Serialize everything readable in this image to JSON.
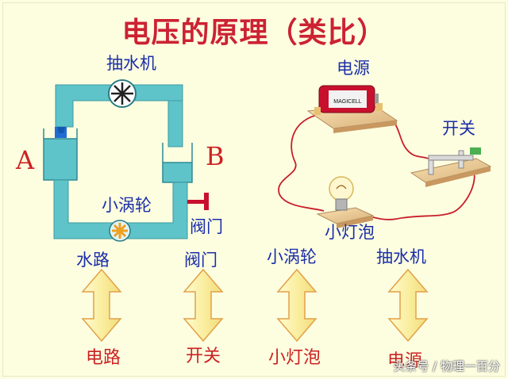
{
  "title": "电压的原理（类比）",
  "water_circuit": {
    "pump": "抽水机",
    "label_a": "A",
    "label_b": "B",
    "turbine": "小涡轮",
    "valve": "阀门"
  },
  "electric_circuit": {
    "power_source": "电源",
    "battery_brand": "MAGICELL",
    "switch": "开关",
    "bulb": "小灯泡"
  },
  "analogies": [
    {
      "top": "水路",
      "bottom": "电路"
    },
    {
      "top": "阀门",
      "bottom": "开关"
    },
    {
      "top": "小涡轮",
      "bottom": "小灯泡"
    },
    {
      "top": "抽水机",
      "bottom": "电源"
    }
  ],
  "watermark": "头条号 / 物理一百分",
  "colors": {
    "title": "#cc2233",
    "label": "#1b2ea8",
    "pipe": "#5fc4c9",
    "arrow_fill": "#fbf3a0",
    "arrow_stroke": "#e2a048",
    "wire": "#c81e2a"
  }
}
